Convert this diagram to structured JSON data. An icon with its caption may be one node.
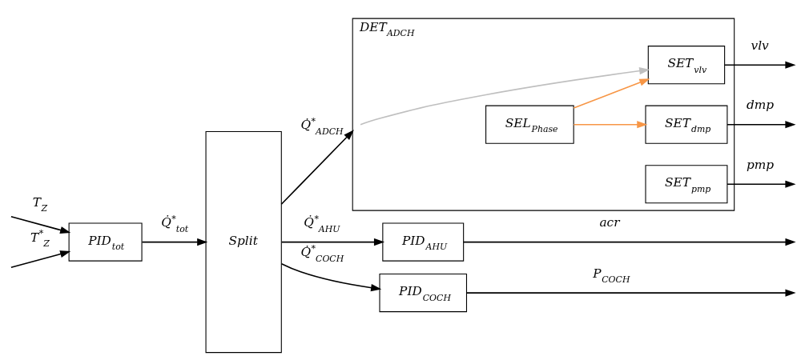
{
  "diagram": {
    "nodes": [
      {
        "text": [
          "PID$_{tot}$"
        ]
      },
      {
        "text": [
          "Split"
        ]
      },
      {
        "text": [
          "PID$_{AHU}$"
        ]
      },
      {
        "text": [
          "DET$_{ADCH}$"
        ]
      },
      {
        "text": [
          "SET$_{vlv}$"
        ],
        "in": 3
      },
      {
        "text": [
          "SET$_{dmp}$"
        ],
        "in": 3
      },
      {
        "text": [
          "SEL$_{Phase}$"
        ],
        "in": 3
      },
      {
        "text": [
          "SET$_{pmp}$"
        ],
        "in": 3
      },
      {
        "text": [
          "PID$_{COCH}$"
        ]
      }
    ],
    "edges": [
      {
        "from": null,
        "to": 0,
        "arrow": "to",
        "label": "T$_{Z}$"
      },
      {
        "from": null,
        "to": 0,
        "arrow": "to",
        "label": "T$^{*}$$_{Z}$"
      },
      {
        "from": 0,
        "to": 1,
        "arrow": "to",
        "label": "Q̇$^{*}$$_{tot}$"
      },
      {
        "from": 1,
        "to": 2,
        "arrow": "to",
        "label": "Q̇$^{*}$$_{AHU}$"
      },
      {
        "from": 1,
        "to": 3,
        "arrow": "to",
        "label": "Q̇$^{*}$$_{ADCH}$"
      },
      {
        "from": 3,
        "to": 4,
        "arrow": "to",
        "color": "#bfbfbf"
      },
      {
        "from": 6,
        "to": 4,
        "arrow": "to",
        "color": "#f79646"
      },
      {
        "from": 6,
        "to": 5,
        "arrow": "to",
        "color": "#f79646"
      },
      {
        "from": 1,
        "to": 8,
        "arrow": "to",
        "label": "Q̇$^{*}$$_{COCH}$"
      },
      {
        "from": 2,
        "to": null,
        "arrow": "to",
        "label": "acr"
      },
      {
        "from": 4,
        "to": null,
        "arrow": "to",
        "label": "vlv"
      },
      {
        "from": 5,
        "to": null,
        "arrow": "to",
        "label": "dmp"
      },
      {
        "from": 7,
        "to": null,
        "arrow": "to",
        "label": "pmp"
      },
      {
        "from": 8,
        "to": null,
        "arrow": "to",
        "label": "P$_{COCH}$"
      }
    ]
  }
}
